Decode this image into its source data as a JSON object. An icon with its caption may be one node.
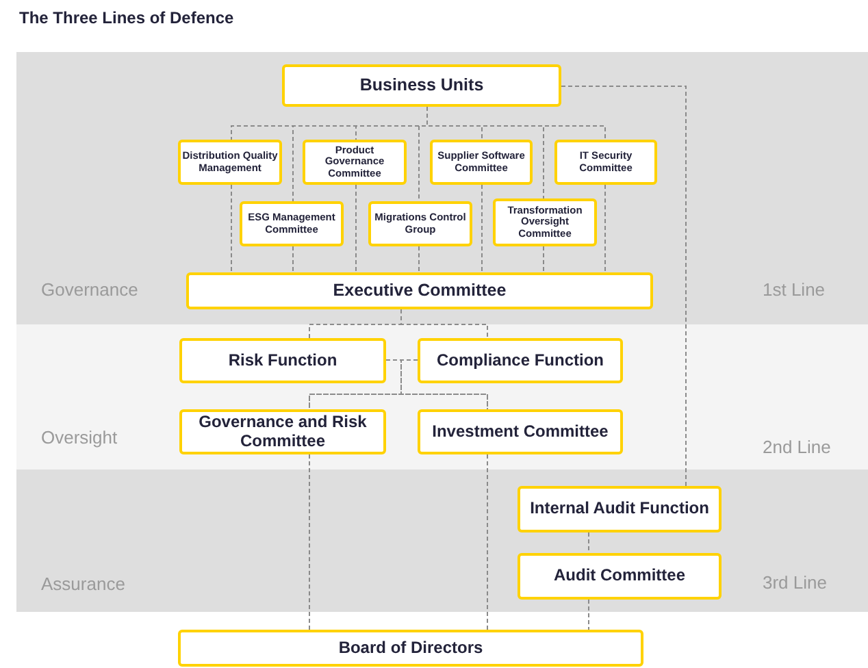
{
  "diagram": {
    "title": "The Three Lines of Defence",
    "nodes": [
      {
        "text": [
          "Business Units"
        ]
      },
      {
        "text": [
          "Distribution Quality Management"
        ]
      },
      {
        "text": [
          "Product Governance Committee"
        ]
      },
      {
        "text": [
          "Supplier Software Committee"
        ]
      },
      {
        "text": [
          "IT Security Committee"
        ]
      },
      {
        "text": [
          "ESG Management Committee"
        ]
      },
      {
        "text": [
          "Migrations Control Group"
        ]
      },
      {
        "text": [
          "Transformation Oversight Committee"
        ]
      },
      {
        "text": [
          "Executive Committee"
        ]
      },
      {
        "text": [
          "Risk Function"
        ]
      },
      {
        "text": [
          "Compliance Function"
        ]
      },
      {
        "text": [
          "Governance and Risk Committee"
        ]
      },
      {
        "text": [
          "Investment Committee"
        ]
      },
      {
        "text": [
          "Internal Audit Function"
        ]
      },
      {
        "text": [
          "Audit Committee"
        ]
      },
      {
        "text": [
          "Board of Directors"
        ]
      }
    ],
    "edges": [
      {
        "from": 0,
        "to": 1,
        "arrow": "none",
        "style": "dashed"
      },
      {
        "from": 0,
        "to": 5,
        "arrow": "none",
        "style": "dashed"
      },
      {
        "from": 0,
        "to": 2,
        "arrow": "none",
        "style": "dashed"
      },
      {
        "from": 0,
        "to": 6,
        "arrow": "none",
        "style": "dashed"
      },
      {
        "from": 0,
        "to": 3,
        "arrow": "none",
        "style": "dashed"
      },
      {
        "from": 0,
        "to": 7,
        "arrow": "none",
        "style": "dashed"
      },
      {
        "from": 0,
        "to": 4,
        "arrow": "none",
        "style": "dashed"
      },
      {
        "from": 1,
        "to": 8,
        "arrow": "none",
        "style": "dashed"
      },
      {
        "from": 5,
        "to": 8,
        "arrow": "none",
        "style": "dashed"
      },
      {
        "from": 2,
        "to": 8,
        "arrow": "none",
        "style": "dashed"
      },
      {
        "from": 6,
        "to": 8,
        "arrow": "none",
        "style": "dashed"
      },
      {
        "from": 3,
        "to": 8,
        "arrow": "none",
        "style": "dashed"
      },
      {
        "from": 7,
        "to": 8,
        "arrow": "none",
        "style": "dashed"
      },
      {
        "from": 4,
        "to": 8,
        "arrow": "none",
        "style": "dashed"
      },
      {
        "from": 8,
        "to": 9,
        "arrow": "none",
        "style": "dashed"
      },
      {
        "from": 8,
        "to": 10,
        "arrow": "none",
        "style": "dashed"
      },
      {
        "from": 9,
        "to": 10,
        "arrow": "none",
        "style": "dashed"
      },
      {
        "from": 9,
        "to": 11,
        "arrow": "none",
        "style": "dashed"
      },
      {
        "from": 9,
        "to": 12,
        "arrow": "none",
        "style": "dashed"
      },
      {
        "from": 10,
        "to": 11,
        "arrow": "none",
        "style": "dashed"
      },
      {
        "from": 10,
        "to": 12,
        "arrow": "none",
        "style": "dashed"
      },
      {
        "from": 11,
        "to": 15,
        "arrow": "none",
        "style": "dashed"
      },
      {
        "from": 12,
        "to": 15,
        "arrow": "none",
        "style": "dashed"
      },
      {
        "from": 0,
        "to": 13,
        "arrow": "none",
        "style": "dashed"
      },
      {
        "from": 13,
        "to": 14,
        "arrow": "none",
        "style": "dashed"
      },
      {
        "from": 14,
        "to": 15,
        "arrow": "none",
        "style": "dashed"
      }
    ],
    "labels": [
      "Governance",
      "1st Line",
      "Oversight",
      "2nd Line",
      "Assurance",
      "3rd Line"
    ]
  }
}
